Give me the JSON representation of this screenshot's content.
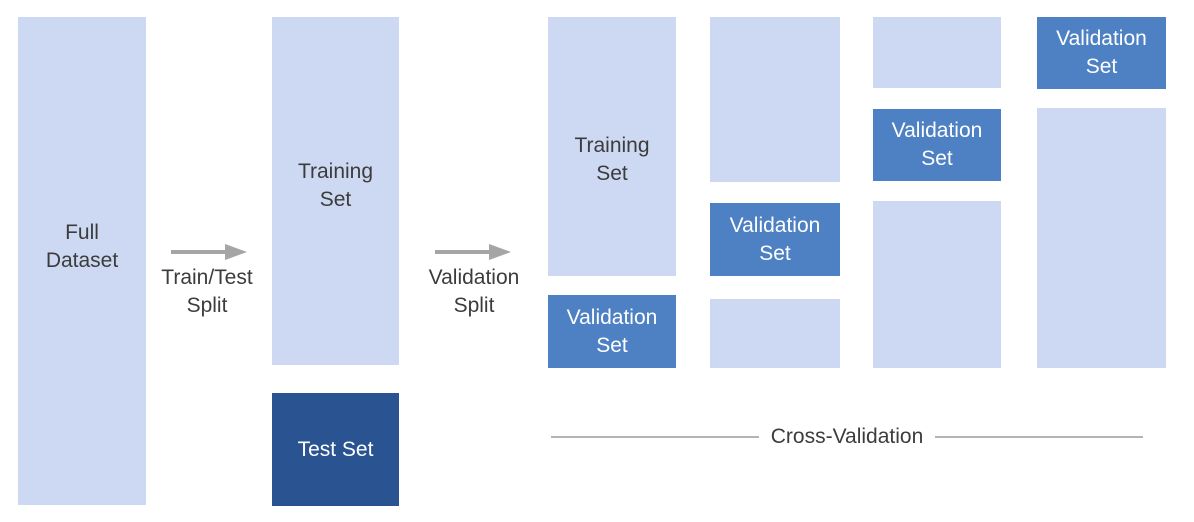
{
  "diagram": {
    "full_dataset": "Full\nDataset",
    "train_test_split": "Train/Test\nSplit",
    "training_set": "Training\nSet",
    "test_set": "Test Set",
    "validation_split": "Validation\nSplit",
    "cv_training_set": "Training\nSet",
    "validation_set": "Validation\nSet",
    "cross_validation": "Cross-Validation"
  },
  "colors": {
    "light_blue": "#cdd9f2",
    "medium_blue": "#4e81c3",
    "dark_blue": "#2a5491",
    "arrow_gray": "#a5a5a5",
    "divider_gray": "#b4b4b4",
    "text_dark": "#3c3c3c",
    "text_light": "#ffffff",
    "background": "#ffffff"
  }
}
